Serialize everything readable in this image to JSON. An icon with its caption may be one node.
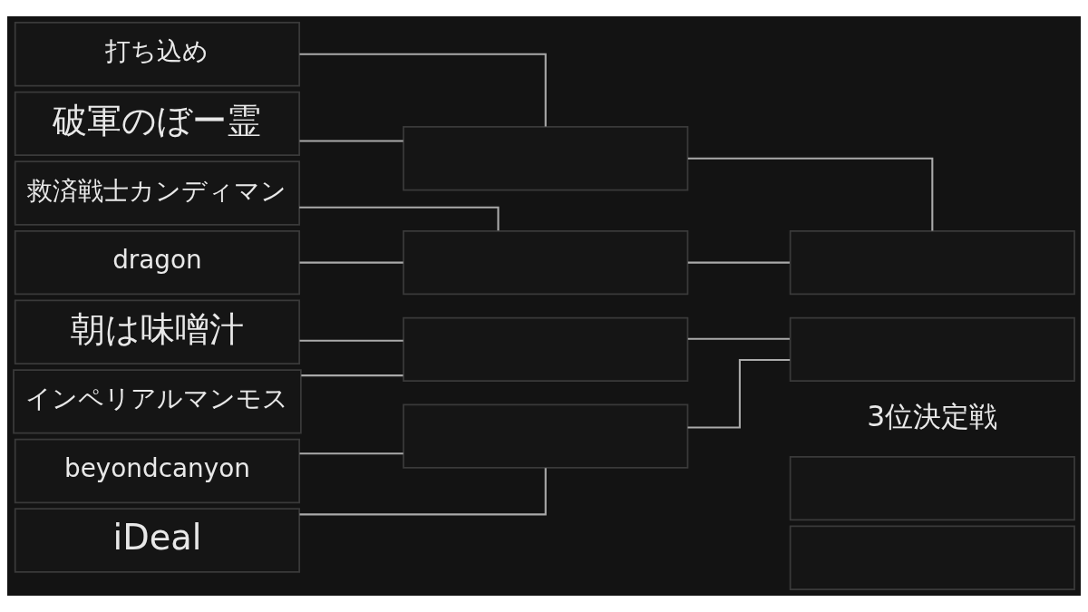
{
  "diagram": {
    "nodes": [
      {
        "text": [
          "打ち込め"
        ]
      },
      {
        "text": [
          "破軍のぼー霊"
        ]
      },
      {
        "text": [
          "救済戦士カンディマン"
        ]
      },
      {
        "text": [
          "dragon"
        ]
      },
      {
        "text": [
          "朝は味噌汁"
        ]
      },
      {
        "text": [
          "インペリアルマンモス"
        ]
      },
      {
        "text": [
          "beyondcanyon"
        ]
      },
      {
        "text": [
          "iDeal"
        ]
      },
      {
        "text": [],
        "shape": "box"
      },
      {
        "text": [],
        "shape": "box"
      },
      {
        "text": [],
        "shape": "box"
      },
      {
        "text": [],
        "shape": "box"
      },
      {
        "text": [],
        "shape": "box"
      },
      {
        "text": [],
        "shape": "box"
      },
      {
        "text": [],
        "shape": "box"
      },
      {
        "text": [],
        "shape": "box"
      }
    ],
    "edges": [
      {
        "from": 0,
        "to": 8,
        "arrow": "none"
      },
      {
        "from": 1,
        "to": 8,
        "arrow": "none"
      },
      {
        "from": 2,
        "to": 9,
        "arrow": "none"
      },
      {
        "from": 3,
        "to": 9,
        "arrow": "none"
      },
      {
        "from": 4,
        "to": 10,
        "arrow": "none"
      },
      {
        "from": 5,
        "to": 10,
        "arrow": "none"
      },
      {
        "from": 6,
        "to": 11,
        "arrow": "none"
      },
      {
        "from": 7,
        "to": 11,
        "arrow": "none"
      },
      {
        "from": 8,
        "to": 12,
        "arrow": "none"
      },
      {
        "from": 9,
        "to": 12,
        "arrow": "none"
      },
      {
        "from": 10,
        "to": 13,
        "arrow": "none"
      },
      {
        "from": 11,
        "to": 13,
        "arrow": "none"
      }
    ],
    "labels": [
      "3位決定戦"
    ]
  }
}
